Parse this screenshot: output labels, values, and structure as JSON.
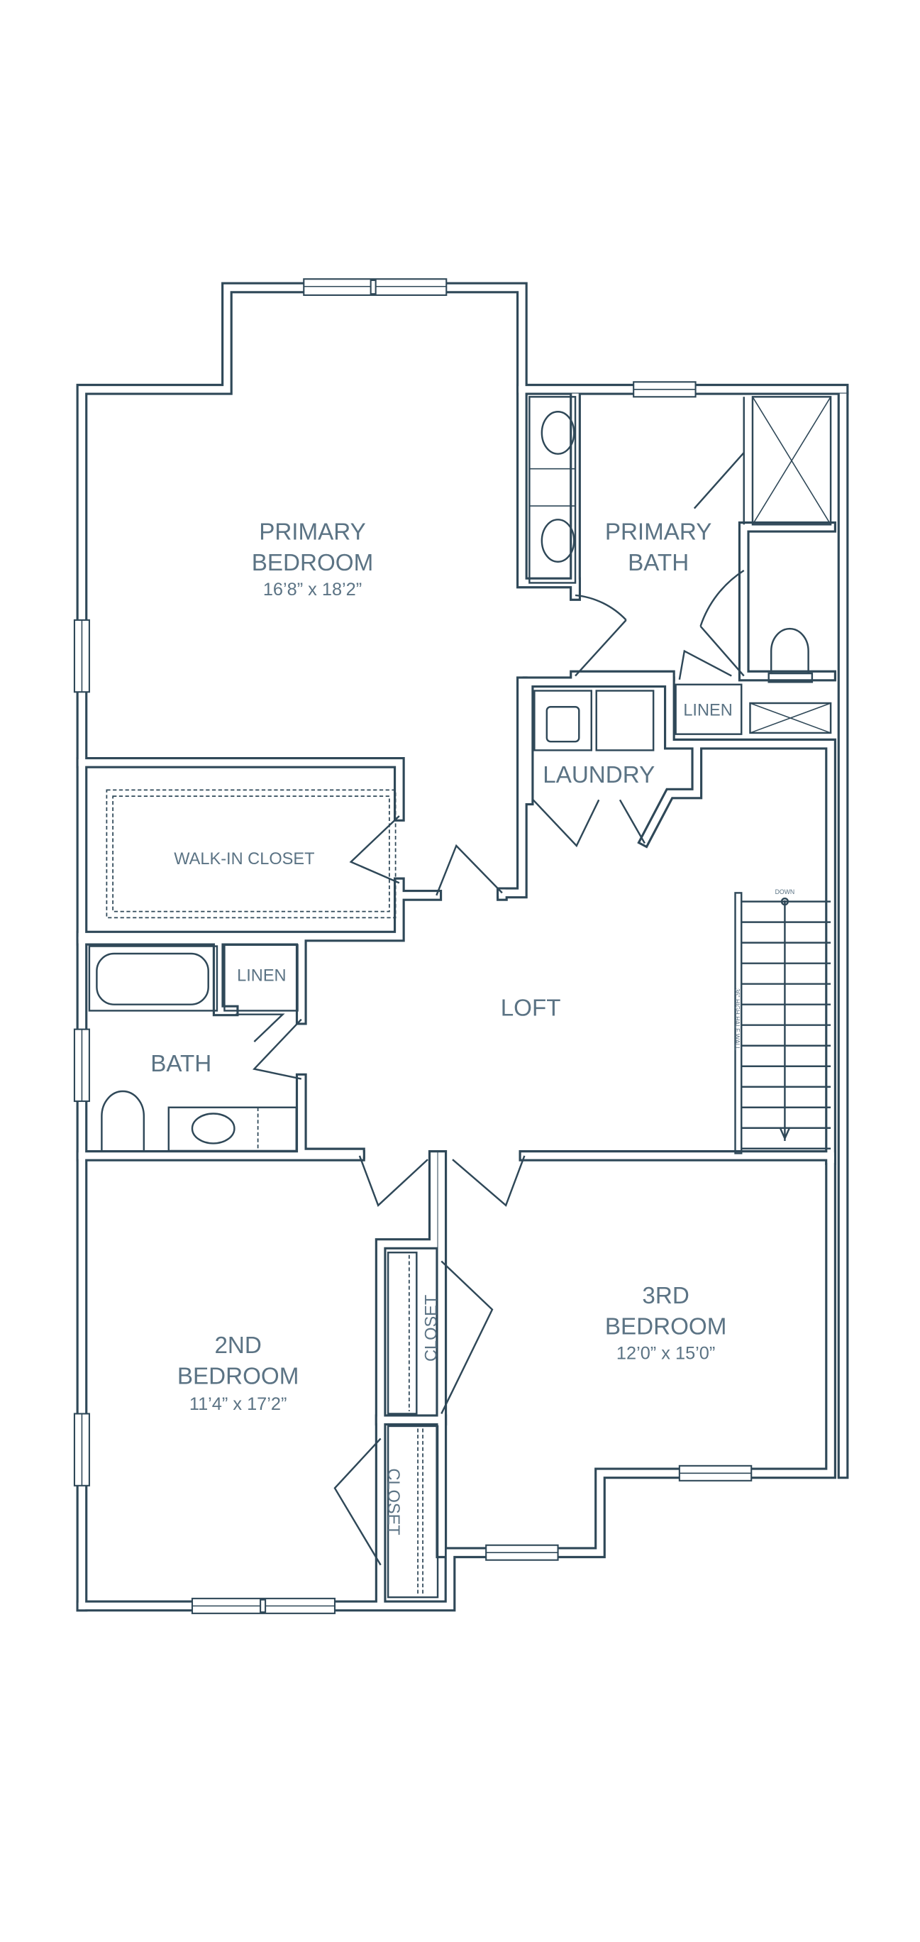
{
  "colors": {
    "wall": "#2f4858",
    "label": "#5b7384",
    "background": "#ffffff"
  },
  "rooms": {
    "primary_bedroom": {
      "line1": "PRIMARY",
      "line2": "BEDROOM",
      "dims": "16’8” x 18’2”"
    },
    "primary_bath": {
      "line1": "PRIMARY",
      "line2": "BATH"
    },
    "linen_upper": "LINEN",
    "laundry": "LAUNDRY",
    "walk_in_closet": "WALK-IN CLOSET",
    "linen_lower": "LINEN",
    "bath": "BATH",
    "loft": "LOFT",
    "second_bedroom": {
      "line1": "2ND",
      "line2": "BEDROOM",
      "dims": "11’4” x 17’2”"
    },
    "third_bedroom": {
      "line1": "3RD",
      "line2": "BEDROOM",
      "dims": "12’0” x 15’0”"
    },
    "closet_a": "CLOSET",
    "closet_b": "CLOSET"
  },
  "stairs": {
    "direction_label": "DOWN",
    "half_wall_label": "36” HIGH HALF WALL"
  }
}
